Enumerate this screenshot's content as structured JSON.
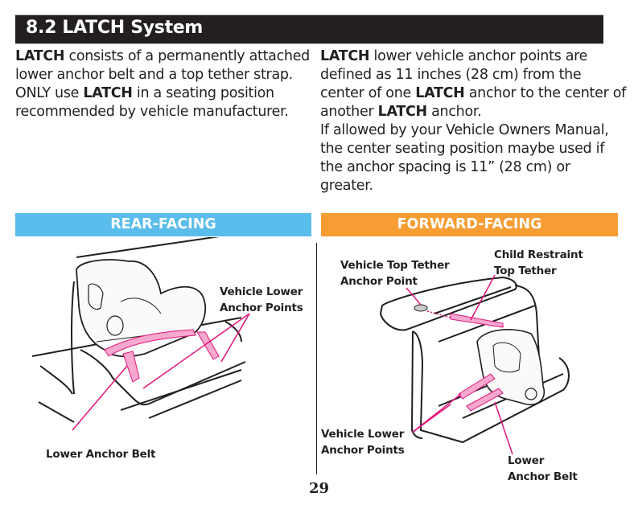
{
  "section": {
    "number": "8.2",
    "title": "8.2 LATCH System"
  },
  "intro_left": {
    "p1": {
      "bold": "LATCH",
      "text": " consists of a permanently attached lower anchor belt and a top tether strap."
    },
    "p2": {
      "pre": "ONLY use ",
      "bold": "LATCH",
      "post": " in a seating position recommended by vehicle manufacturer."
    }
  },
  "intro_right": {
    "p1": {
      "bold1": "LATCH",
      "t1": " lower vehicle anchor points are defined as 11 inches (28 cm) from the center of one ",
      "bold2": "LATCH",
      "t2": " anchor to the center of another ",
      "bold3": "LATCH",
      "t3": " anchor."
    },
    "p2": "If allowed by your Vehicle Owners Manual, the center seating position maybe used if the anchor spacing is 11” (28 cm) or greater."
  },
  "panels": {
    "rear": {
      "title": "REAR-FACING",
      "color": "#5abdeb",
      "labels": {
        "vehicle_lower_anchor_points_1": "Vehicle Lower",
        "vehicle_lower_anchor_points_2": "Anchor Points",
        "lower_anchor_belt": "Lower Anchor Belt"
      }
    },
    "forward": {
      "title": "FORWARD-FACING",
      "color": "#f79d33",
      "labels": {
        "top_tether_anchor_1": "Vehicle Top Tether",
        "top_tether_anchor_2": "Anchor Point",
        "child_restraint_tether_1": "Child Restraint",
        "child_restraint_tether_2": "Top Tether",
        "vehicle_lower_anchor_points_1": "Vehicle Lower",
        "vehicle_lower_anchor_points_2": "Anchor Points",
        "lower_anchor_belt_1": "Lower",
        "lower_anchor_belt_2": "Anchor Belt"
      }
    }
  },
  "colors": {
    "callout": "#e0157a",
    "strap": "#f7a8cf"
  },
  "page_number": "29"
}
